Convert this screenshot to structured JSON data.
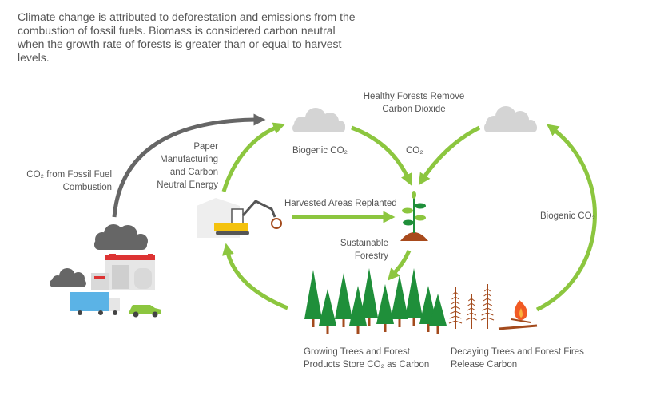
{
  "intro": "Climate change is attributed to deforestation and emissions from the combustion of fossil fuels. Biomass is considered carbon neutral when the growth rate of forests is greater than or equal to harvest levels.",
  "labels": {
    "fossil_fuel": [
      "CO₂ from Fossil Fuel",
      "Combustion"
    ],
    "paper": [
      "Paper",
      "Manufacturing",
      "and Carbon",
      "Neutral Energy"
    ],
    "biogenic_left": "Biogenic CO₂",
    "healthy_forests": [
      "Healthy Forests Remove",
      "Carbon Dioxide"
    ],
    "co2": "CO₂",
    "harvested": "Harvested Areas Replanted",
    "sustainable": [
      "Sustainable",
      "Forestry"
    ],
    "biogenic_right": "Biogenic CO₂",
    "growing": [
      "Growing Trees and Forest",
      "Products Store CO₂ as Carbon"
    ],
    "decaying": [
      "Decaying Trees and Forest Fires",
      "Release Carbon"
    ]
  },
  "colors": {
    "arrow_green": "#8cc63f",
    "arrow_gray": "#666666",
    "cloud": "#d4d4d4",
    "smoke": "#666666",
    "tree_green": "#1f8f3a",
    "trunk": "#a34a1c",
    "soil": "#a84a1c",
    "truck": "#5bb3e6",
    "car": "#8cc63f",
    "machine_yellow": "#f4c20d"
  }
}
